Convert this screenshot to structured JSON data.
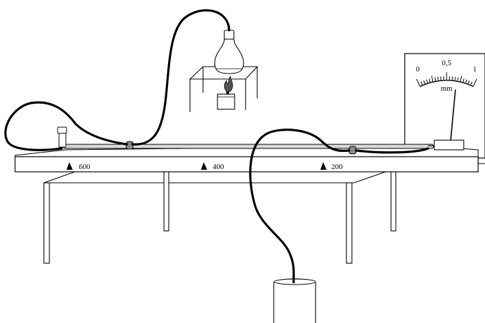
{
  "markers": [
    {
      "label": "600"
    },
    {
      "label": "400"
    },
    {
      "label": "200"
    }
  ],
  "dial": {
    "scale_labels": [
      "0",
      "0,5",
      "1"
    ],
    "unit": "mm",
    "reading_fraction": 0.68
  },
  "colors": {
    "line": "#000000",
    "tube_fill": "#d9d9d9",
    "clamp_fill": "#8a8a8a",
    "background": "#ffffff"
  }
}
